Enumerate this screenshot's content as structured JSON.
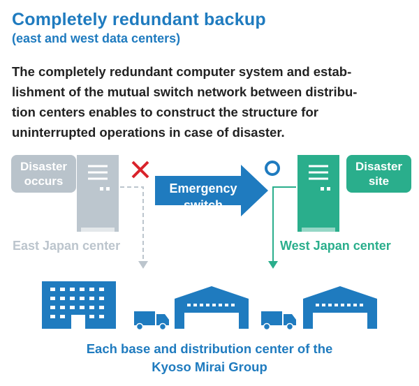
{
  "title": "Completely redundant backup",
  "subtitle": "(east and west data centers)",
  "description_lines": [
    "The completely redundant computer system and estab-",
    "lishment of the mutual switch network between distribu-",
    "tion centers enables to construct the structure for",
    "uninterrupted operations in case of disaster."
  ],
  "east": {
    "badge_lines": [
      "Disaster",
      "occurs"
    ],
    "label": "East Japan center",
    "status_icon": "cross-icon"
  },
  "west": {
    "badge_lines": [
      "Disaster",
      "site"
    ],
    "label": "West Japan center",
    "status_icon": "circle-icon"
  },
  "switch_arrow_lines": [
    "Emergency",
    "switch"
  ],
  "caption_lines": [
    "Each base and distribution center of the",
    "Kyoso Mirai Group"
  ],
  "colors": {
    "primary_blue": "#1f7bbf",
    "green": "#2aae8c",
    "grey": "#b9c3cb",
    "red_cross": "#d9232b"
  }
}
